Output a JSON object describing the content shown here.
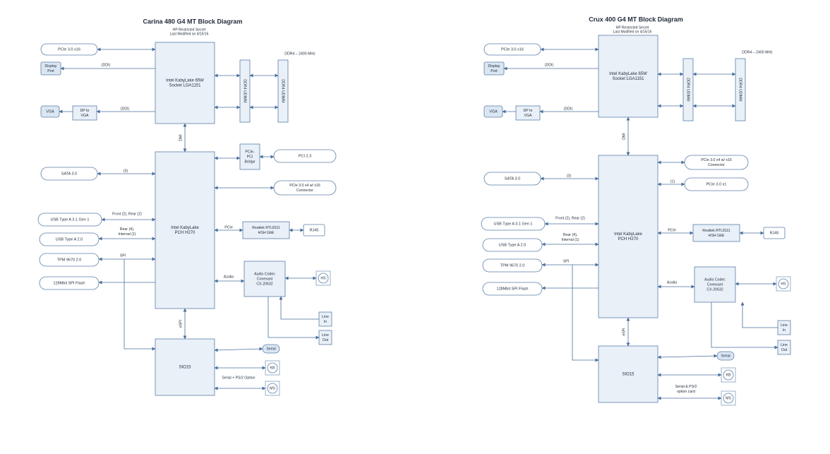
{
  "diagrams": [
    {
      "title": "Carina 480 G4 MT Block Diagram",
      "subtitle_1": "HP Restricted Secret",
      "subtitle_2": "Last Modified on 4/15/16",
      "cpu": [
        "Intel KabyLake 65W",
        "Socket LGA1151"
      ],
      "pch": [
        "Intel KabyLake",
        "PCH H270"
      ],
      "dimm1": "DDR4 UDIMM",
      "dimm2": "DDR4 UDIMM",
      "ddr_label": "DDR4 – 2400 MHz",
      "pcie_x16": "PCIe 3.0 x16",
      "display_port": [
        "Display",
        "Port"
      ],
      "vga": "VGA",
      "dp_to_vga": [
        "DP to",
        "VGA"
      ],
      "ddi_1": "(DDI)",
      "ddi_2": "(DDI)",
      "dmi": "DMI",
      "bridge": [
        "PCIe-",
        "PCI",
        "Bridge"
      ],
      "pci23": "PCI 2.3",
      "pcie_x4": [
        "PCIe 3.0 x4 w/ x16",
        "Connector"
      ],
      "sata": "SATA 3.0",
      "sata_count": "(3)",
      "usb31": "USB Type A 3.1 Gen 1",
      "usb31_label": "Front (2), Rear (2)",
      "usb20": "USB Type A 2.0",
      "usb20_label": [
        "Rear (4),",
        "Internal (1)"
      ],
      "tpm": "TPM 9670 2.0",
      "spi_label": "SPI",
      "flash": "128Mbit SPI Flash",
      "pcie_label": "PCIe",
      "lan": [
        "Realtek RTL8111",
        "HSH GbE"
      ],
      "rj45": "RJ45",
      "azalia": "Azalia",
      "audio": [
        "Audio Codec",
        "Conexant",
        "CX-20632"
      ],
      "hs": "HS",
      "line_in": [
        "Line",
        "In"
      ],
      "line_out": [
        "Line",
        "Out"
      ],
      "espi": "eSPI",
      "sio": "SIO15",
      "serial": "Serial",
      "kb": "KB",
      "ms": "MS",
      "ps2_label": [
        "Serial + PS/2 Option"
      ]
    },
    {
      "title": "Crux 400 G4 MT Block Diagram",
      "subtitle_1": "HP Restricted Secret",
      "subtitle_2": "Last Modified on 4/15/16",
      "cpu": [
        "Intel KabyLake 65W",
        "Socket LGA1151"
      ],
      "pch": [
        "Intel KabyLake",
        "PCH H270"
      ],
      "dimm1": "DDR4 UDIMM",
      "dimm2": "DDR4 UDIMM",
      "ddr_label": "DDR4 – 2400 MHz",
      "pcie_x16": "PCIe 3.0 x16",
      "display_port": [
        "Display",
        "Port"
      ],
      "vga": "VGA",
      "dp_to_vga": [
        "DP to",
        "VGA"
      ],
      "ddi_1": "(DDI)",
      "ddi_2": "(DDI)",
      "dmi": "DMI",
      "pcie_x4": [
        "PCIe 3.0 x4 w/ x16",
        "Connector"
      ],
      "pcie_x1": "PCIe 3.0 x1",
      "pcie_x1_count": "(1)",
      "sata": "SATA 3.0",
      "sata_count": "(3)",
      "usb31": "USB Type A 3.1 Gen 1",
      "usb31_label": "Front (2), Rear (2)",
      "usb20": "USB Type A 2.0",
      "usb20_label": [
        "Rear (4),",
        "Internal (1)"
      ],
      "tpm": "TPM 9670 2.0",
      "spi_label": "SPI",
      "flash": "128Mbit SPI Flash",
      "pcie_label": "PCIe",
      "lan": [
        "Realtek RTL8111",
        "HSH GbE"
      ],
      "rj45": "RJ45",
      "azalia": "Azalia",
      "audio": [
        "Audio Codec",
        "Conexant",
        "CX-20632"
      ],
      "hs": "HS",
      "line_in": [
        "Line",
        "In"
      ],
      "line_out": [
        "Line",
        "Out"
      ],
      "espi": "eSPI",
      "sio": "SIO15",
      "serial": "Serial",
      "kb": "KB",
      "ms": "MS",
      "ps2_label": [
        "Serial & PS/2",
        "option card"
      ]
    }
  ]
}
